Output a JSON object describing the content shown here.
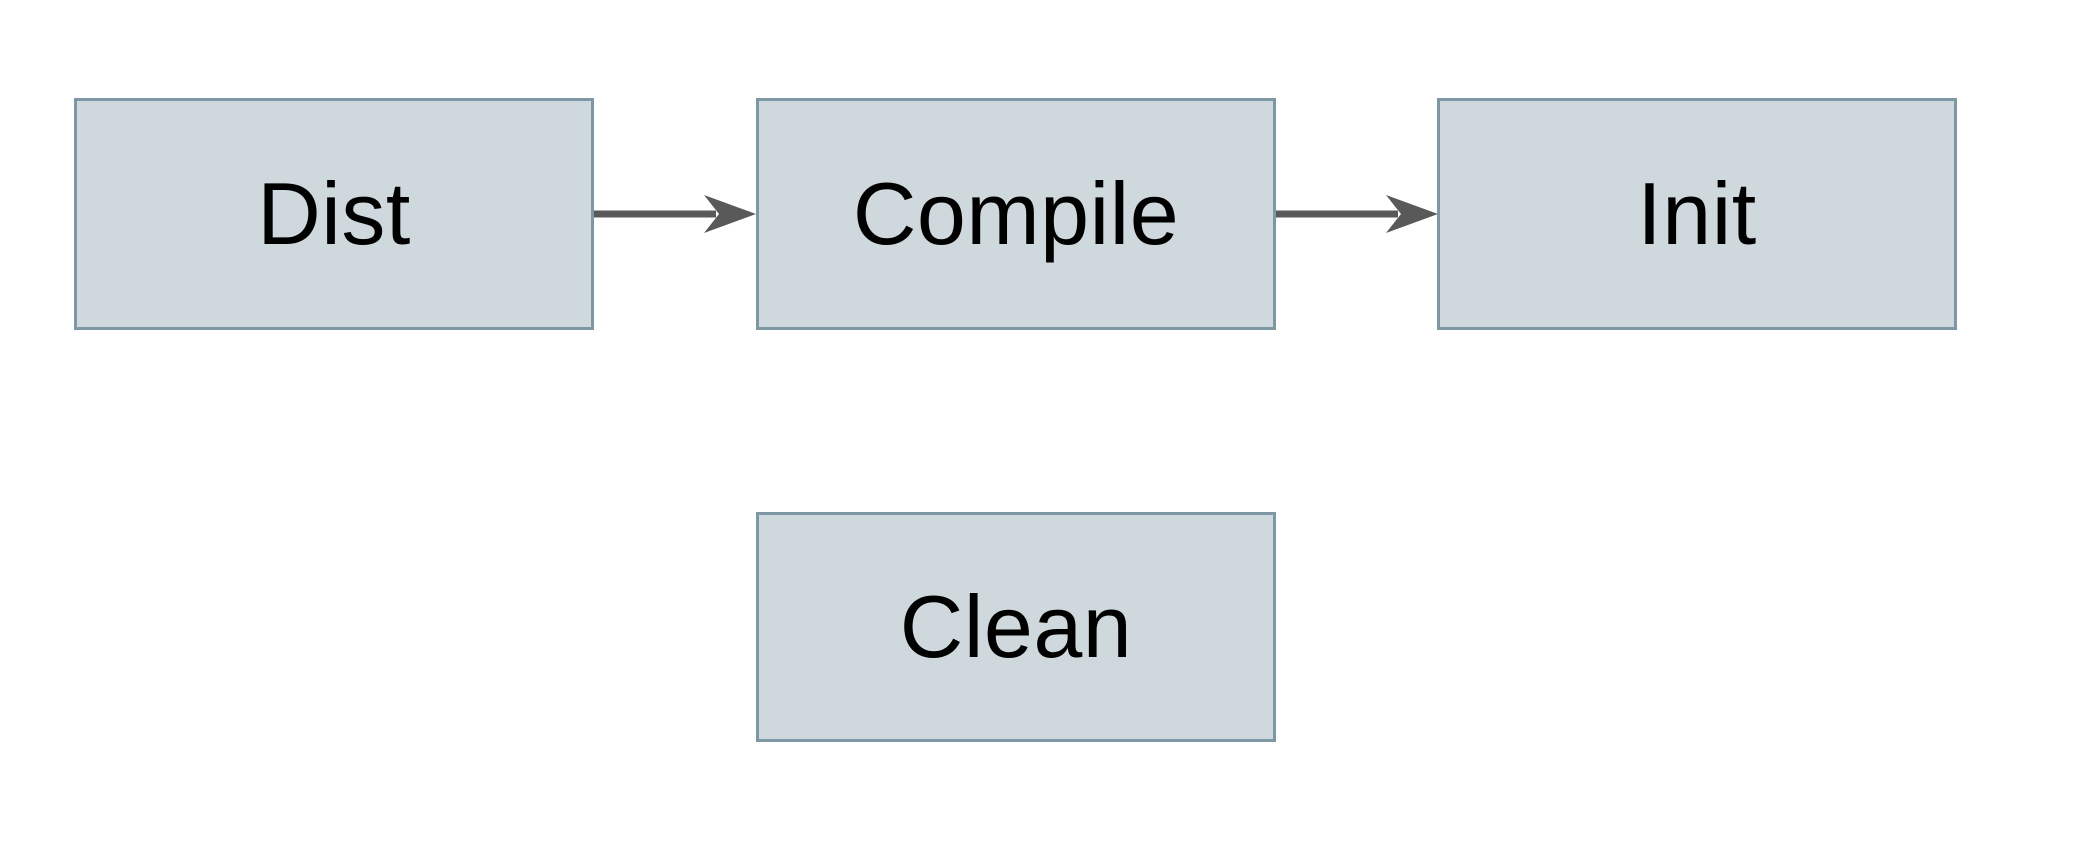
{
  "diagram": {
    "type": "flowchart",
    "background": "#ffffff",
    "colors": {
      "node_fill": "#cfd8dc",
      "node_border": "#7d98a3",
      "arrow": "#595959",
      "text": "#000000"
    },
    "nodes": [
      {
        "id": "dist",
        "label": "Dist"
      },
      {
        "id": "compile",
        "label": "Compile"
      },
      {
        "id": "init",
        "label": "Init"
      },
      {
        "id": "clean",
        "label": "Clean"
      }
    ],
    "edges": [
      {
        "from": "Dist",
        "to": "Compile",
        "style": "solid-arrow"
      },
      {
        "from": "Compile",
        "to": "Init",
        "style": "solid-arrow"
      }
    ]
  }
}
